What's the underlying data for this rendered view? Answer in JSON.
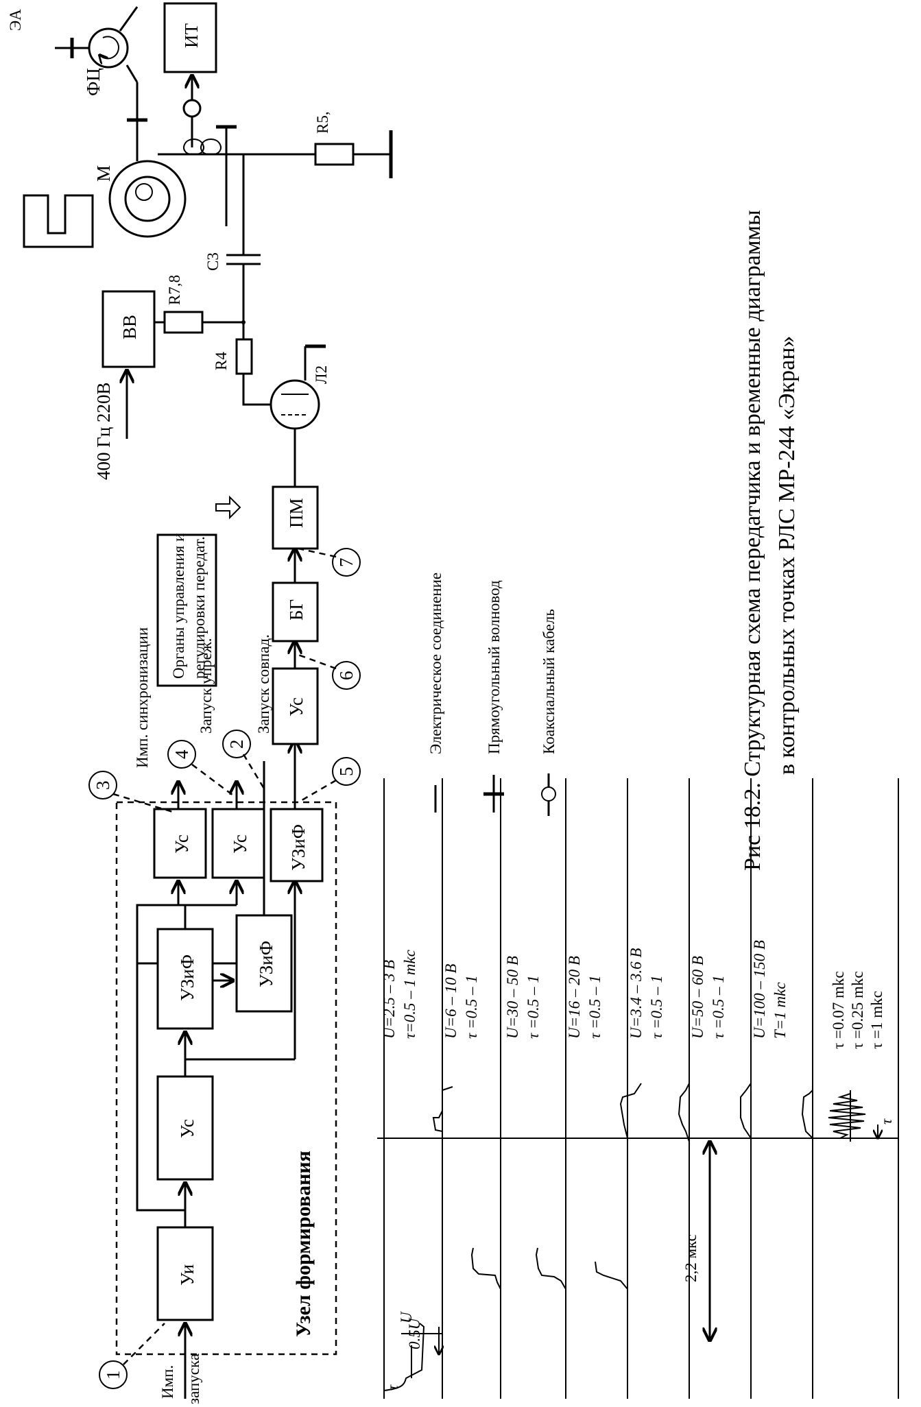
{
  "caption": {
    "line1": "Рис 18.2. Структурная схема передатчика и временные диаграммы",
    "line2": "в контрольных точках РЛС МР-244 «Экран»"
  },
  "blocks": {
    "ui": "Уи",
    "us1": "Ус",
    "uzif_a": "УЗиФ",
    "uzif_b": "УЗиФ",
    "uzif_c": "УЗиФ",
    "us_sync": "Ус",
    "us_warn": "Ус",
    "us_coinc": "Ус",
    "bg": "БГ",
    "pm": "ПМ",
    "vv": "ВВ",
    "it": "ИТ",
    "controls_line1": "Органы управления и",
    "controls_line2": "регулировки передат."
  },
  "labels": {
    "node_title": "Узел формирования",
    "imp_launch_1": "Имп.",
    "imp_launch_2": "запуска",
    "imp_sync": "Имп. синхронизации",
    "launch_warn": "Запуск упреж.",
    "launch_coinc": "Запуск совпад.",
    "power": "400 Гц  220В",
    "r78": "R7,8",
    "r4": "R4",
    "r5": "R5,",
    "c3": "С3",
    "l2": "Л2",
    "m": "М",
    "fc": "ФЦ",
    "ea": "ЭА"
  },
  "points": [
    "1",
    "2",
    "3",
    "4",
    "5",
    "6",
    "7"
  ],
  "legend": {
    "electrical": "Электрическое соединение",
    "waveguide": "Прямоугольный волновод",
    "coax": "Коаксиальный кабель"
  },
  "timing": {
    "row1": {
      "l1": "U=2.5 – 3 В",
      "l2": "τ=0.5 – 1 mkc"
    },
    "row2": {
      "l1": "U=6 – 10 В",
      "l2": "τ =0.5 – 1"
    },
    "row3": {
      "l1": "U=30 – 50 В",
      "l2": "τ =0.5 – 1"
    },
    "row4": {
      "l1": "U=16 – 20 В",
      "l2": "τ =0.5 – 1"
    },
    "row5": {
      "l1": "U=3.4 – 3.6 В",
      "l2": "τ =0.5 – 1"
    },
    "row6": {
      "l1": "U=50 – 60 В",
      "l2": "τ =0.5 – 1"
    },
    "row7": {
      "l1": "U=100 – 150 В",
      "l2": "T=1 mkc"
    },
    "row8": {
      "l1": "τ =0.07 mkc",
      "l2": "τ =0.25 mkc",
      "l3": "τ =1 mkc"
    },
    "delay": "2,2 мкс",
    "u_mark": "U",
    "half_u": "0.5U",
    "tau": "τ"
  }
}
